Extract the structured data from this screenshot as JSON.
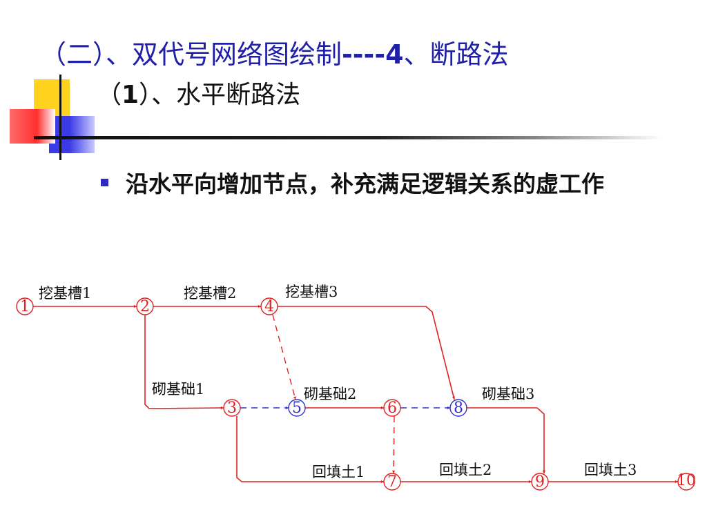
{
  "title": {
    "part1": "（二）、双代号网络图绘制",
    "part2": "----4",
    "part3": "、断路法"
  },
  "subtitle": {
    "open": "（",
    "num": "1",
    "rest": "）、水平断路法"
  },
  "bullet": {
    "text": "沿水平向增加节点，补充满足逻辑关系的虚工作"
  },
  "colors": {
    "title": "#1f1fa8",
    "activity": "#e02020",
    "dummy_red": "#e02020",
    "dummy_blue": "#3030d0"
  },
  "network": {
    "nodes": [
      {
        "id": "1",
        "color": "red"
      },
      {
        "id": "2",
        "color": "red"
      },
      {
        "id": "3",
        "color": "red"
      },
      {
        "id": "4",
        "color": "red"
      },
      {
        "id": "5",
        "color": "blue"
      },
      {
        "id": "6",
        "color": "red"
      },
      {
        "id": "7",
        "color": "red"
      },
      {
        "id": "8",
        "color": "blue"
      },
      {
        "id": "9",
        "color": "red"
      },
      {
        "id": "10",
        "color": "red"
      }
    ],
    "activities": [
      {
        "from": "1",
        "to": "2",
        "label": "挖基槽1"
      },
      {
        "from": "2",
        "to": "4",
        "label": "挖基槽2"
      },
      {
        "from": "4",
        "to": "8",
        "label": "挖基槽3"
      },
      {
        "from": "2",
        "to": "3",
        "label": "砌基础1"
      },
      {
        "from": "5",
        "to": "6",
        "label": "砌基础2"
      },
      {
        "from": "8",
        "to": "9",
        "label": "砌基础3"
      },
      {
        "from": "3",
        "to": "7",
        "label": "回填土1"
      },
      {
        "from": "7",
        "to": "9",
        "label": "回填土2"
      },
      {
        "from": "9",
        "to": "10",
        "label": "回填土3"
      }
    ],
    "dummies": [
      {
        "from": "4",
        "to": "5",
        "color": "red"
      },
      {
        "from": "3",
        "to": "5",
        "color": "blue"
      },
      {
        "from": "6",
        "to": "8",
        "color": "blue"
      },
      {
        "from": "6",
        "to": "7",
        "color": "red"
      }
    ]
  }
}
